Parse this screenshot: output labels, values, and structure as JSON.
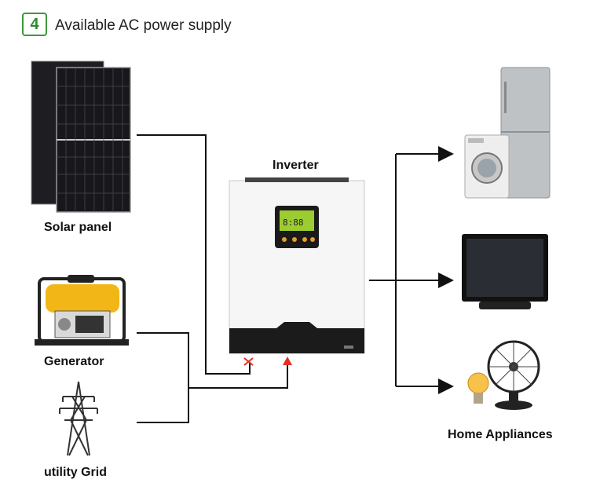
{
  "header": {
    "step_number": "4",
    "title": "Available AC power supply"
  },
  "labels": {
    "solar": "Solar panel",
    "generator": "Generator",
    "grid": "utility Grid",
    "inverter": "Inverter",
    "appliances": "Home Appliances"
  },
  "icons": {
    "solar": "solar-panel-icon",
    "generator": "generator-icon",
    "grid": "transmission-tower-icon",
    "inverter": "inverter-icon",
    "fridge": "refrigerator-icon",
    "washer": "washing-machine-icon",
    "tv": "television-icon",
    "fan": "desk-fan-icon",
    "bulb": "light-bulb-icon"
  },
  "colors": {
    "badge": "#3a9a3a",
    "line": "#111111",
    "marker": "#e03020"
  }
}
